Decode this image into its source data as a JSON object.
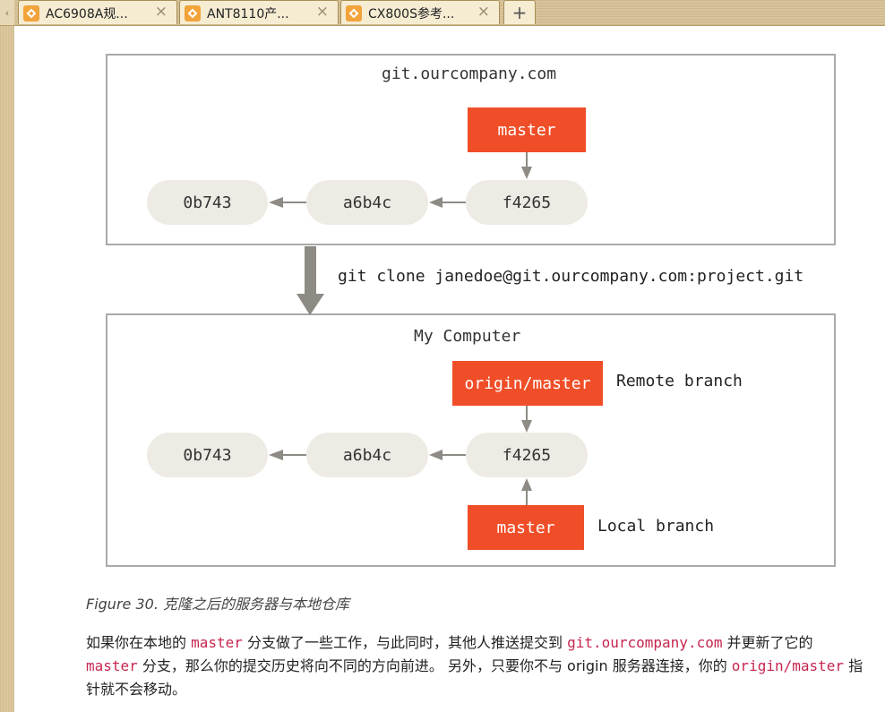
{
  "tabs": [
    {
      "title": "AC6908A规..."
    },
    {
      "title": "ANT8110产..."
    },
    {
      "title": "CX800S参考..."
    }
  ],
  "icons": {
    "tab_favicon": "page-icon",
    "close": "close-icon",
    "new_tab": "plus-icon",
    "scroll_left": "chevron-left-icon"
  },
  "glyphs": {
    "scroll_left": "‹",
    "close": "×",
    "new_tab": "+"
  },
  "colors": {
    "ref_fill": "#f04e28",
    "commit_fill": "#edebe4",
    "box_border": "#a9a9a9",
    "arrow": "#8e8a84",
    "code_text": "#c7254e"
  },
  "diagram": {
    "server": {
      "title": "git.ourcompany.com",
      "ref": "master",
      "commits": [
        "0b743",
        "a6b4c",
        "f4265"
      ]
    },
    "clone_command": "git clone janedoe@git.ourcompany.com:project.git",
    "local": {
      "title": "My Computer",
      "remote_ref": "origin/master",
      "remote_label": "Remote branch",
      "commits": [
        "0b743",
        "a6b4c",
        "f4265"
      ],
      "local_ref": "master",
      "local_label": "Local branch"
    }
  },
  "caption": "Figure 30. 克隆之后的服务器与本地仓库",
  "paragraph": {
    "t1": "如果你在本地的 ",
    "c1": "master",
    "t2": " 分支做了一些工作，与此同时，其他人推送提交到 ",
    "c2": "git.ourcompany.com",
    "t3": " 并更新了它的 ",
    "c3": "master",
    "t4": " 分支，那么你的提交历史将向不同的方向前进。 另外，只要你不与 origin 服务器连接，你的 ",
    "c4": "origin/master",
    "t5": " 指针就不会移动。"
  }
}
